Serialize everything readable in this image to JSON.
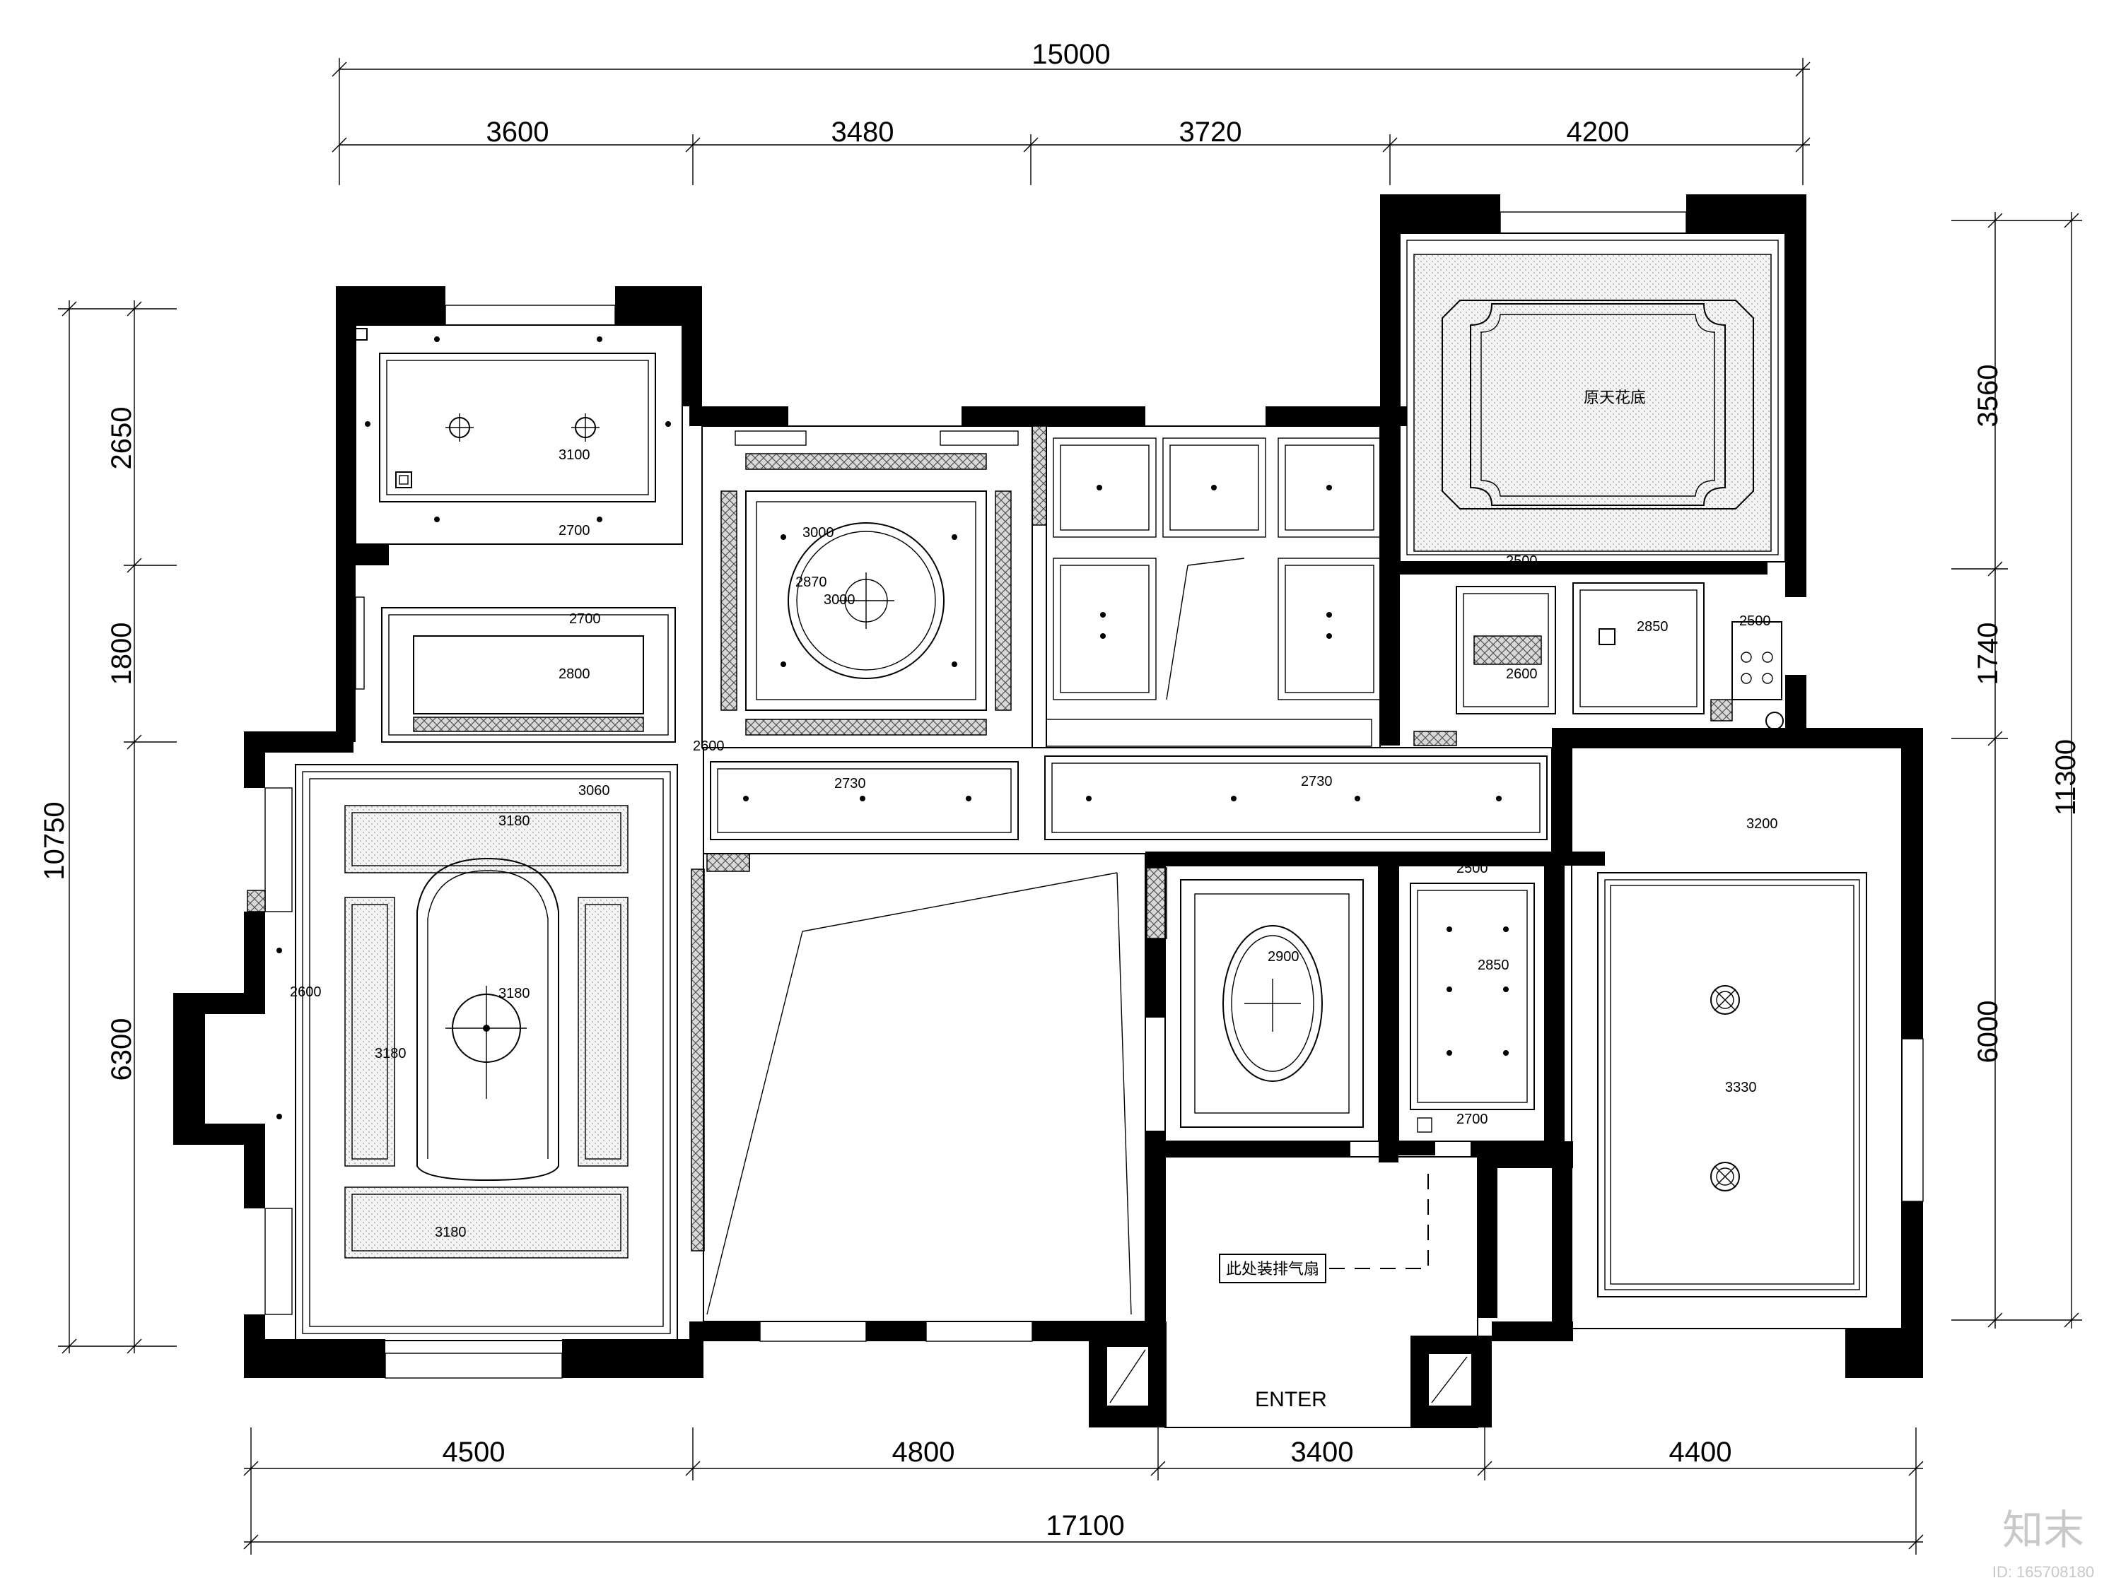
{
  "dimensions": {
    "top_total": "15000",
    "top_segments": [
      "3600",
      "3480",
      "3720",
      "4200"
    ],
    "bottom_total": "17100",
    "bottom_segments": [
      "4500",
      "4800",
      "3400",
      "4400"
    ],
    "left_total": "10750",
    "left_segments": [
      "2650",
      "1800",
      "6300"
    ],
    "right_total": "11300",
    "right_segments": [
      "3560",
      "1740",
      "6000"
    ]
  },
  "elevations": {
    "bedroom_top_left_a": "3100",
    "bedroom_top_left_b": "2700",
    "corridor_left_a": "2700",
    "corridor_left_b": "2800",
    "dining_a": "3000",
    "dining_b": "2870",
    "dining_c": "3000",
    "corridor_mid": "2600",
    "living_a": "3060",
    "living_b": "3180",
    "living_c": "3180",
    "living_d": "3180",
    "living_e": "3180",
    "living_f": "2600",
    "hall_a": "2730",
    "hall_b": "2730",
    "kitchen_a": "2500",
    "kitchen_b": "2600",
    "kitchen_c": "2850",
    "kitchen_d": "2500",
    "study_a": "2900",
    "bath_a": "2500",
    "bath_b": "2850",
    "bath_c": "2700",
    "master_a": "3200",
    "master_b": "3330"
  },
  "labels": {
    "original_ceiling": "原天花底",
    "exhaust_note": "此处装排气扇",
    "enter": "ENTER"
  },
  "watermark": {
    "brand": "知末",
    "id": "ID: 165708180"
  }
}
